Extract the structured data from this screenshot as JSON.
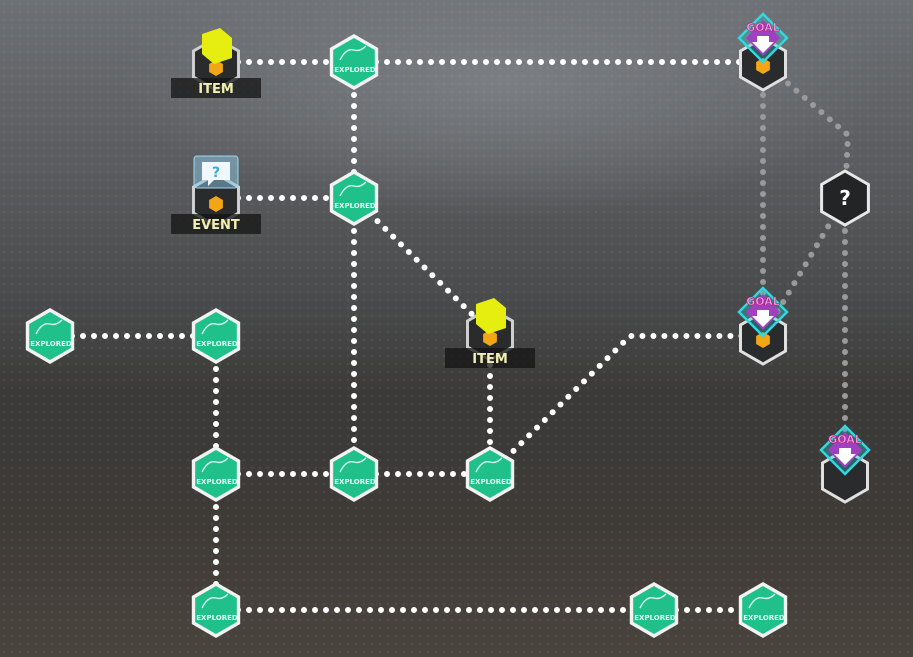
{
  "labels": {
    "item": "ITEM",
    "event": "EVENT",
    "goal": "GOAL",
    "explored": "EXPLORED",
    "unknown": "?"
  },
  "colors": {
    "explored_fill": "#1fc08a",
    "path_active": "#ffffff",
    "path_locked": "#9a9a9a",
    "item_yellow": "#e6ee10",
    "goal_pink": "#e070d0",
    "goal_cyan": "#30d8e0"
  }
}
